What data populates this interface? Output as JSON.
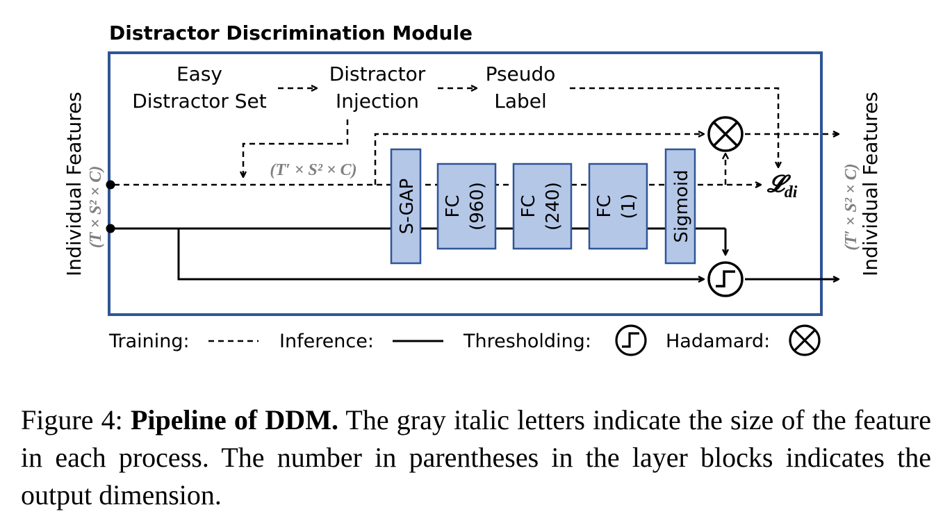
{
  "module_title": "Distractor Discrimination Module",
  "input_label": "Individual Features",
  "input_dims": "(T × S² × C)",
  "output_label": "Individual Features",
  "output_dims": "(T′ × S² × C)",
  "injected_dims": "(T′ × S² × C)",
  "top_flow": {
    "easy_set": [
      "Easy",
      "Distractor Set"
    ],
    "injection": [
      "Distractor",
      "Injection"
    ],
    "pseudo": [
      "Pseudo",
      "Label"
    ]
  },
  "blocks": [
    {
      "line1": "S-GAP",
      "line2": ""
    },
    {
      "line1": "FC",
      "line2": "(960)"
    },
    {
      "line1": "FC",
      "line2": "(240)"
    },
    {
      "line1": "FC",
      "line2": "(1)"
    },
    {
      "line1": "Sigmoid",
      "line2": ""
    }
  ],
  "loss_symbol": "𝓛",
  "loss_subscript": "di",
  "legend": {
    "training": "Training:",
    "inference": "Inference:",
    "thresholding": "Thresholding:",
    "hadamard": "Hadamard:"
  },
  "colors": {
    "module_border": "#2f5597",
    "block_fill": "#b4c7e7",
    "block_stroke": "#2f5597",
    "dims_text": "#808080"
  },
  "caption": {
    "prefix": "Figure 4: ",
    "bold": "Pipeline of DDM.",
    "text": " The gray italic letters indicate the size of the feature in each process. The number in parentheses in the layer blocks indicates the output dimension."
  }
}
